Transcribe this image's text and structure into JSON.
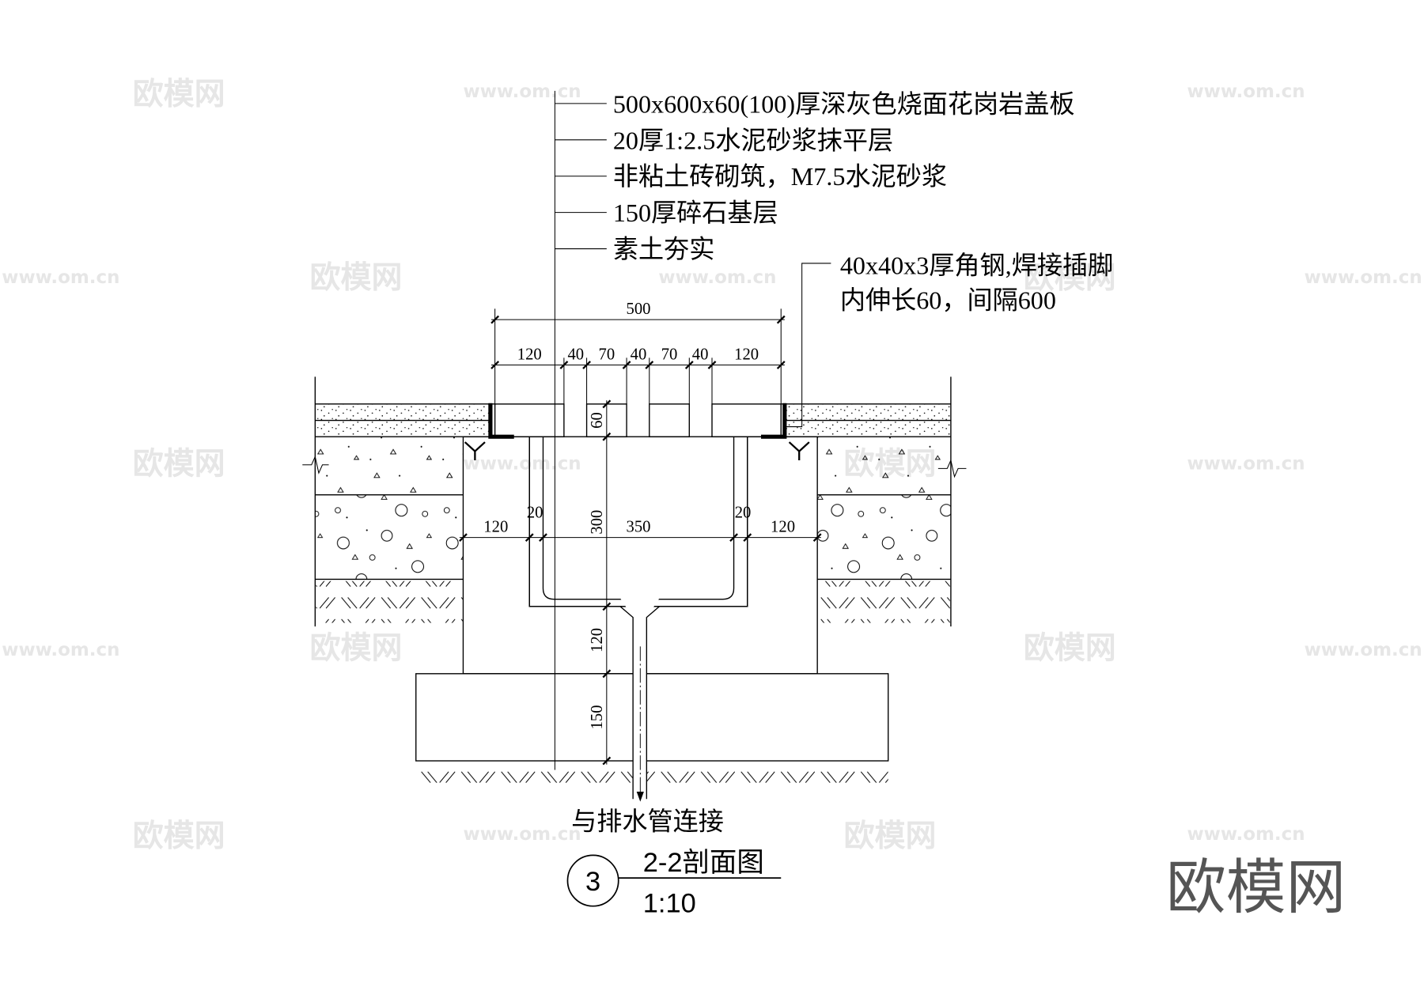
{
  "drawing": {
    "layer_labels": [
      "500x600x60(100)厚深灰色烧面花岗岩盖板",
      "20厚1:2.5水泥砂浆抹平层",
      "非粘土砖砌筑，M7.5水泥砂浆",
      "150厚碎石基层",
      "素土夯实"
    ],
    "angle_steel_note": [
      "40x40x3厚角钢,焊接插脚",
      "内伸长60，间隔600"
    ],
    "drain_note": "与排水管连接"
  },
  "dimensions": {
    "cover_width": "500",
    "cover_segments": [
      "120",
      "40",
      "70",
      "40",
      "70",
      "40",
      "120"
    ],
    "channel_segments": [
      "120",
      "20",
      "350",
      "20",
      "120"
    ],
    "vertical": [
      "60",
      "300",
      "120",
      "150"
    ]
  },
  "title_block": {
    "number": "3",
    "name": "2-2剖面图",
    "scale": "1:10"
  },
  "watermark": {
    "logo": "欧模网",
    "url": "www.om.cn"
  },
  "colors": {
    "line": "#000000",
    "watermark": "#e6e6e6",
    "watermark_large": "#555555"
  }
}
